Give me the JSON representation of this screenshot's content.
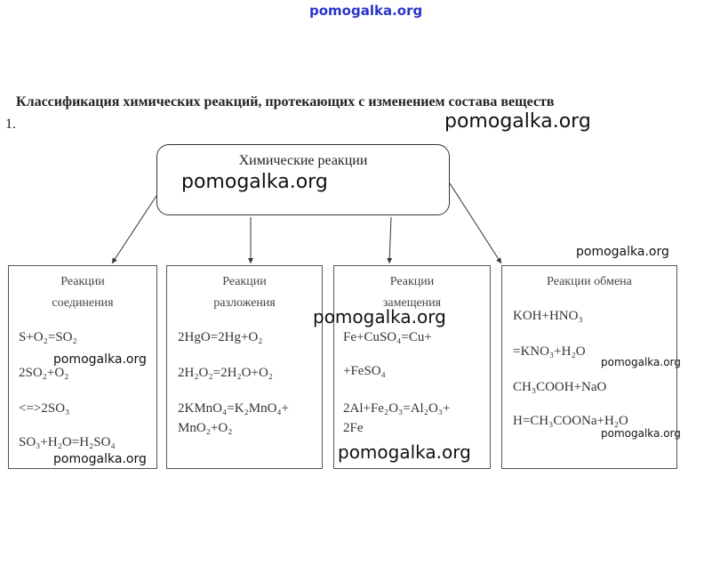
{
  "watermark": "pomogalka.org",
  "title": "Классификация химических реакций, протекающих с изменением состава веществ",
  "item_number": "1.",
  "root": {
    "label": "Химические реакции"
  },
  "categories": [
    {
      "title_line1": "Реакции",
      "title_line2": "соединения",
      "lines": [
        "S+O₂=SO₂",
        "2SO₂+O₂",
        "<=>2SO₃",
        "SO₃+H₂O=H₂SO₄"
      ]
    },
    {
      "title_line1": "Реакции",
      "title_line2": "разложения",
      "lines": [
        "2HgO=2Hg+O₂",
        "2H₂O₂=2H₂O+O₂",
        "2KMnO₄=K₂MnO₄+",
        "MnO₂+O₂"
      ]
    },
    {
      "title_line1": "Реакции",
      "title_line2": "замещения",
      "lines": [
        "Fe+CuSO₄=Cu+",
        "+FeSO₄",
        "2Al+Fe₂O₃=Al₂O₃+",
        "2Fe"
      ]
    },
    {
      "title_line1": "Реакции обмена",
      "title_line2": "",
      "lines": [
        "KOH+HNO₃",
        "=KNO₃+H₂O",
        "CH₃COOH+NaO",
        "H=CH₃COONa+H₂O"
      ]
    }
  ]
}
